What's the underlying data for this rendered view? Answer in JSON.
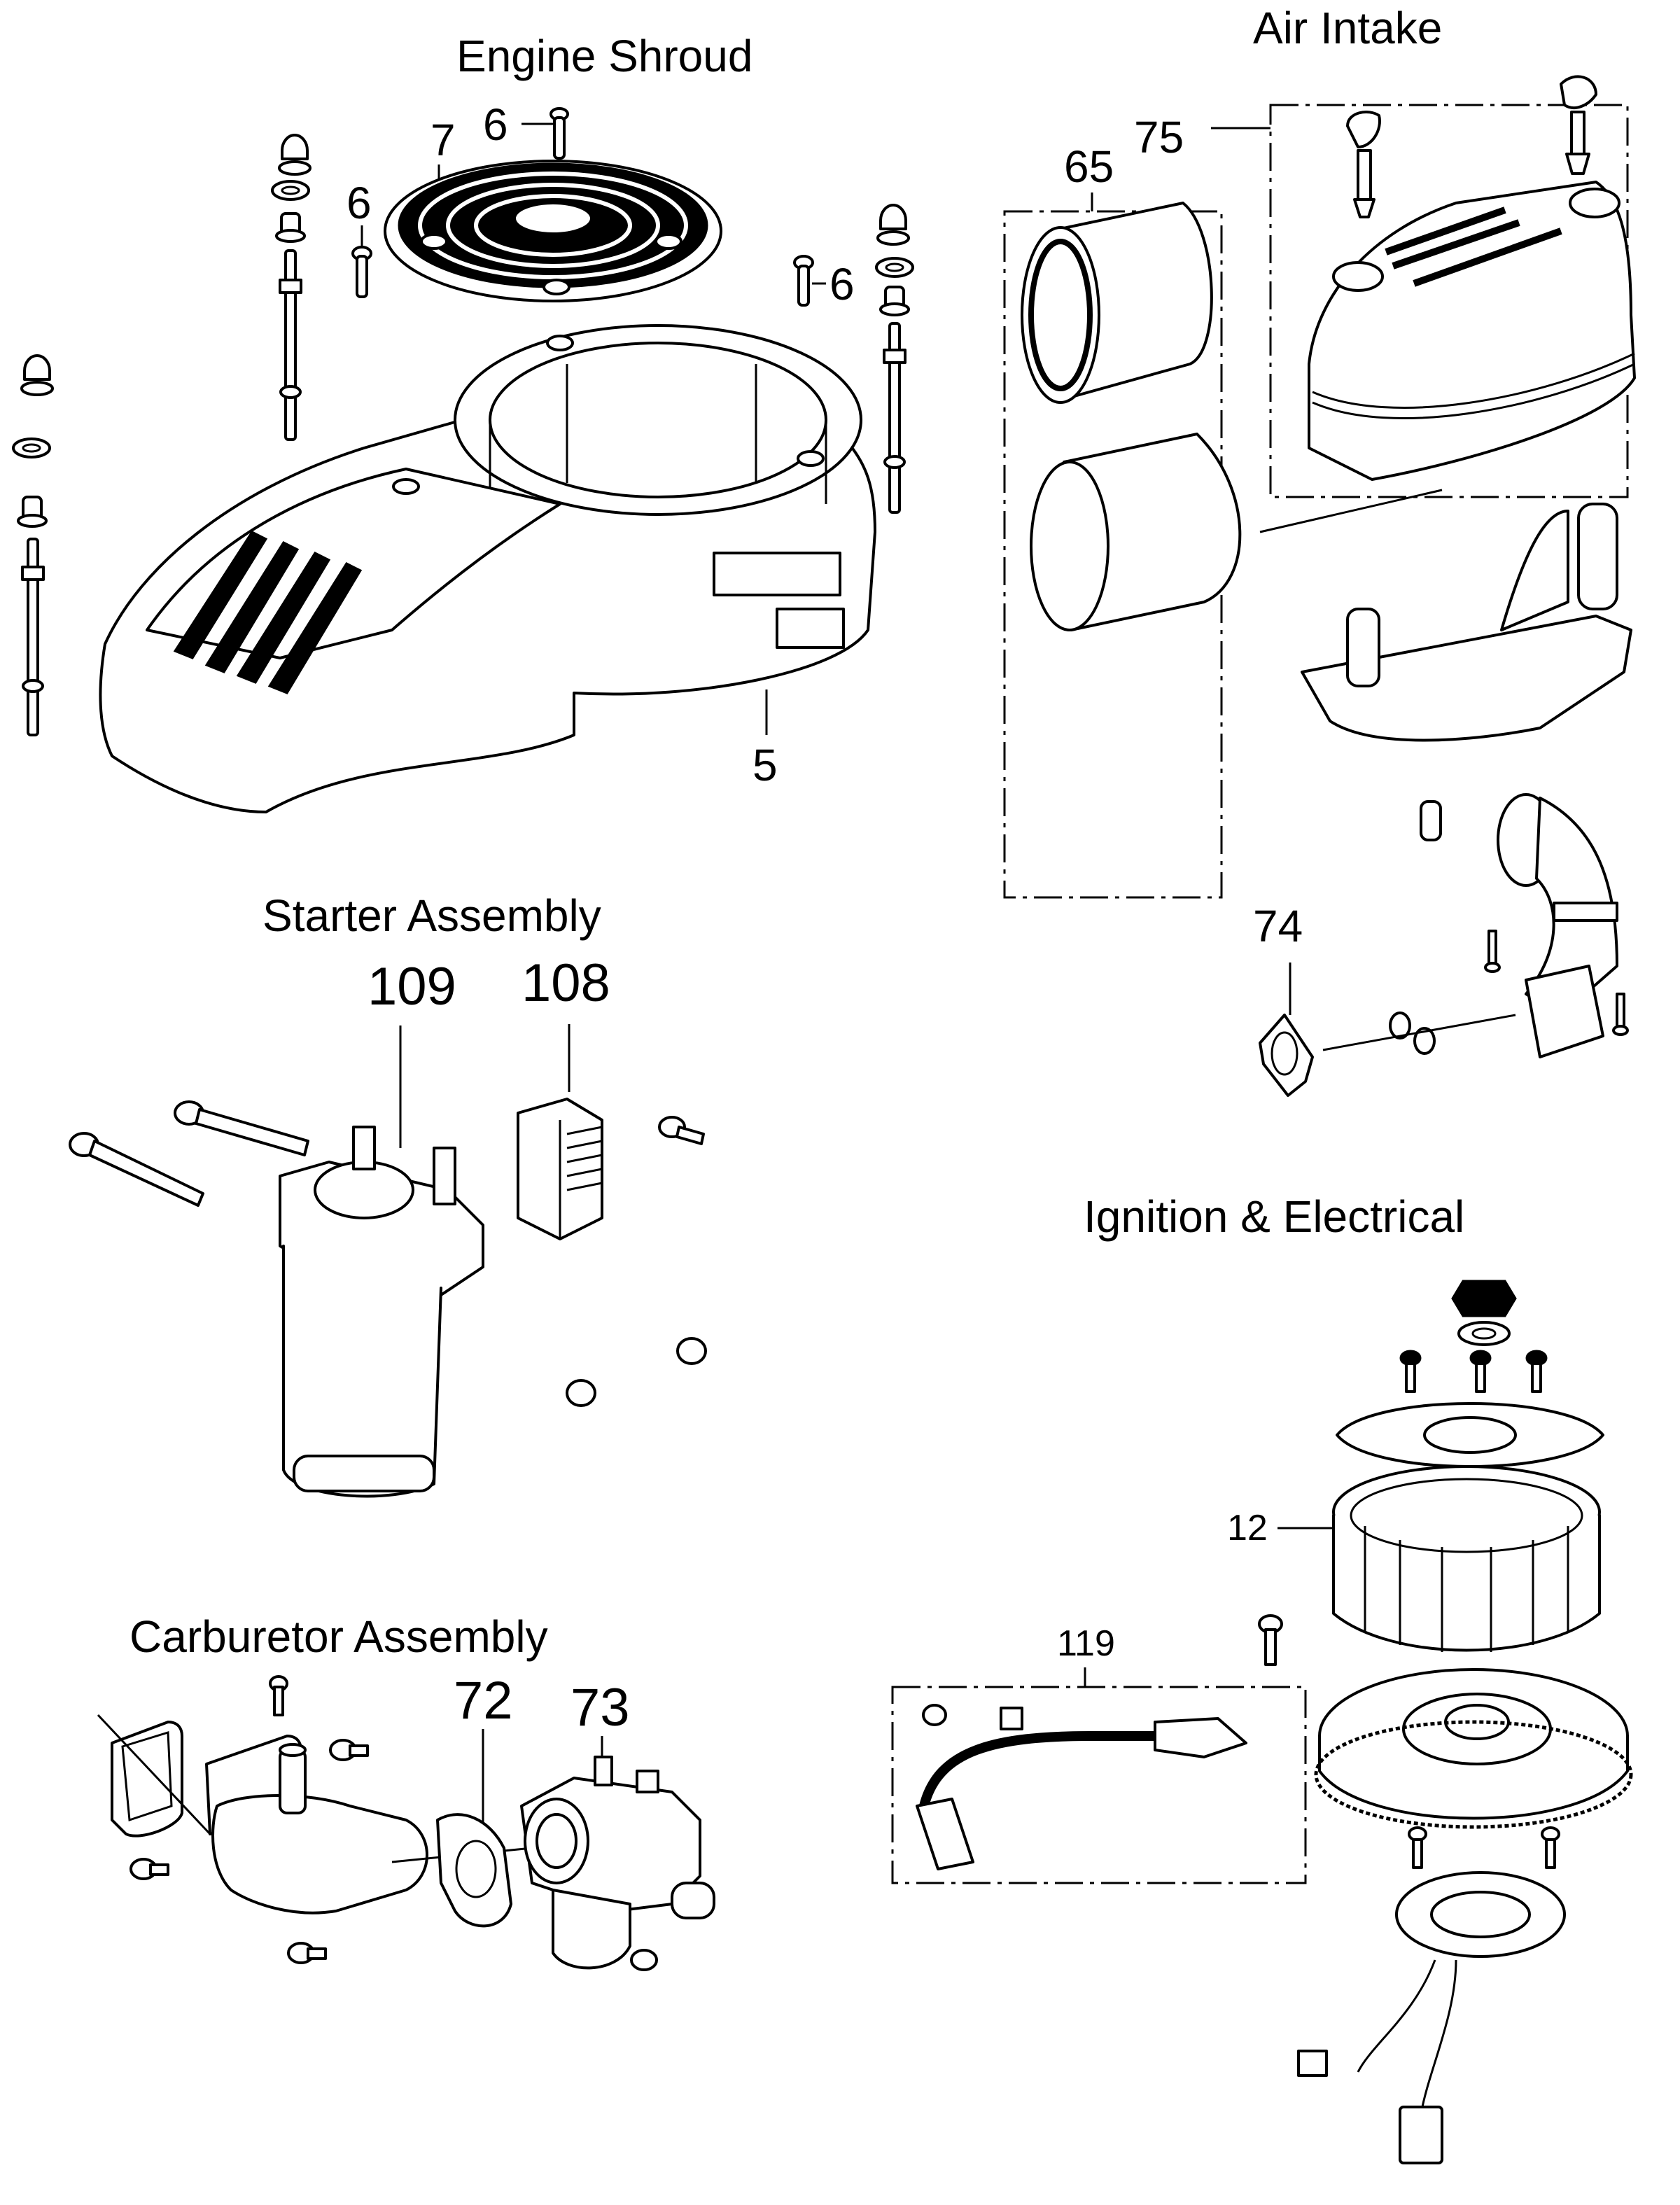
{
  "diagram": {
    "type": "exploded-parts-diagram",
    "sections": [
      {
        "id": "engine-shroud",
        "title": "Engine Shroud"
      },
      {
        "id": "air-intake",
        "title": "Air Intake"
      },
      {
        "id": "starter-assembly",
        "title": "Starter Assembly"
      },
      {
        "id": "ignition-electrical",
        "title": "Ignition & Electrical"
      },
      {
        "id": "carburetor-assembly",
        "title": "Carburetor Assembly"
      }
    ],
    "callouts": {
      "engine_shroud": {
        "shroud": "5",
        "screw_top": "6",
        "screw_left": "6",
        "screw_right": "6",
        "grille": "7"
      },
      "air_intake": {
        "filter_kit": "65",
        "cover_kit": "75",
        "gasket": "74"
      },
      "starter_assembly": {
        "starter_motor": "109",
        "regulator": "108"
      },
      "ignition_electrical": {
        "flywheel_fan": "12",
        "ignition_coil_kit": "119"
      },
      "carburetor_assembly": {
        "gasket": "72",
        "carburetor": "73"
      }
    }
  }
}
